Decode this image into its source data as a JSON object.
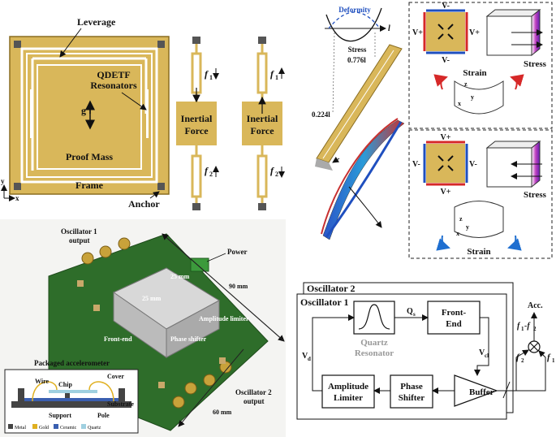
{
  "colors": {
    "gold": "#d9b75a",
    "gold_dark": "#b8963a",
    "pcb_green": "#2e6d2a",
    "metal": "#cfcfcf",
    "red": "#d62828",
    "blue": "#1f4fbf",
    "dashed": "#222222"
  },
  "panel_a": {
    "leverage": "Leverage",
    "qdetf_line1": "QDETF",
    "qdetf_line2": "Resonators",
    "g": "g",
    "proof_mass": "Proof Mass",
    "frame": "Frame",
    "anchor": "Anchor",
    "axis_y": "y",
    "axis_x": "x",
    "inertial_force_1": "Inertial",
    "inertial_force_2": "Force",
    "f1": "f",
    "f1_sub": "1",
    "f2": "f",
    "f2_sub": "2"
  },
  "panel_b": {
    "deformity": "Deformity",
    "stress": "Stress",
    "l": "l",
    "pos_0776": "0.776l",
    "pos_0224": "0.224l",
    "v_minus": "V-",
    "v_plus": "V+",
    "strain": "Strain",
    "stress_box": "Stress",
    "axis_z": "z",
    "axis_y": "y",
    "axis_x": "x"
  },
  "panel_c": {
    "osc1_label": "Oscillator 1",
    "osc1_label2": "output",
    "power": "Power",
    "dim_90": "90 mm",
    "dim_60": "60 mm",
    "dim_25a": "25 mm",
    "dim_25b": "25 mm",
    "amp_limiter": "Amplitude limiter",
    "front_end": "Front-end",
    "phase_shifter": "Phase shifter",
    "packaged": "Packaged accelerometer",
    "osc2_label": "Oscillator 2",
    "osc2_label2": "output",
    "inset": {
      "wire": "Wire",
      "chip": "Chip",
      "cover": "Cover",
      "substrate": "Substrate",
      "support": "Support",
      "pole": "Pole",
      "legend": [
        "Metal",
        "Gold",
        "Ceramic",
        "Quartz"
      ]
    }
  },
  "panel_d": {
    "osc2": "Oscillator 2",
    "osc1": "Oscillator 1",
    "quartz1": "Quartz",
    "quartz2": "Resonator",
    "frontend1": "Front-",
    "frontend2": "End",
    "amp1": "Amplitude",
    "amp2": "Limiter",
    "phase1": "Phase",
    "phase2": "Shifter",
    "buffer": "Buffer",
    "qs": "Q",
    "qs_sub": "s",
    "vd": "V",
    "vd_sub": "d",
    "vcl": "V",
    "vcl_sub": "cl",
    "acc": "Acc.",
    "f1f2": "f",
    "f1f2_a": "1",
    "f1f2_mid": "-f",
    "f1f2_b": "2",
    "f2": "f",
    "f2_sub": "2",
    "f1": "f",
    "f1_sub": "1"
  }
}
